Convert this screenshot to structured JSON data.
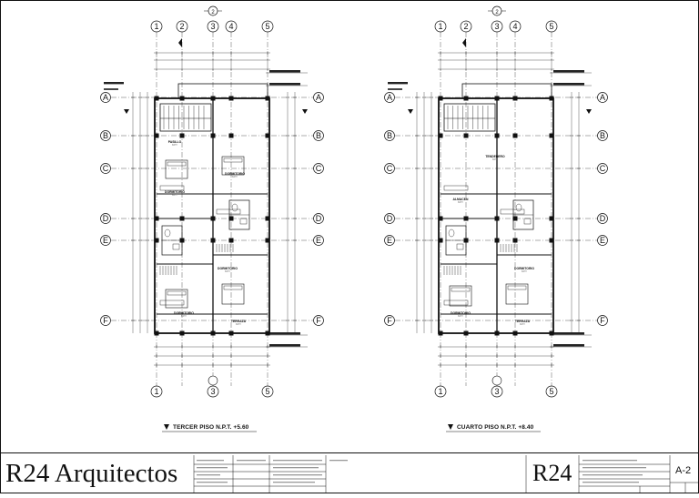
{
  "sheet": {
    "number": "A-2",
    "brand_left": "R24 Arquitectos",
    "brand_right": "R24"
  },
  "plans": [
    {
      "title": "TERCER PISO N.P.T. +5.60",
      "top_axes": [
        "1",
        "2",
        "3",
        "4",
        "5"
      ],
      "bottom_axes": [
        "1",
        "3",
        "5"
      ],
      "section_marker": "2",
      "row_axes": [
        "A",
        "B",
        "C",
        "D",
        "E",
        "F"
      ],
      "rooms": [
        "PASILLO",
        "DORMITORIO",
        "DORMITORIO",
        "DORMITORIO",
        "DORMITORIO",
        "TERRAZA"
      ]
    },
    {
      "title": "CUARTO PISO N.P.T. +8.40",
      "top_axes": [
        "1",
        "2",
        "3",
        "4",
        "5"
      ],
      "bottom_axes": [
        "1",
        "3",
        "5"
      ],
      "section_marker": "2",
      "row_axes": [
        "A",
        "B",
        "C",
        "D",
        "E",
        "F"
      ],
      "rooms": [
        "TENDEDERO",
        "ALMACEN",
        "DORMITORIO",
        "DORMITORIO",
        "TERRAZA"
      ]
    }
  ]
}
